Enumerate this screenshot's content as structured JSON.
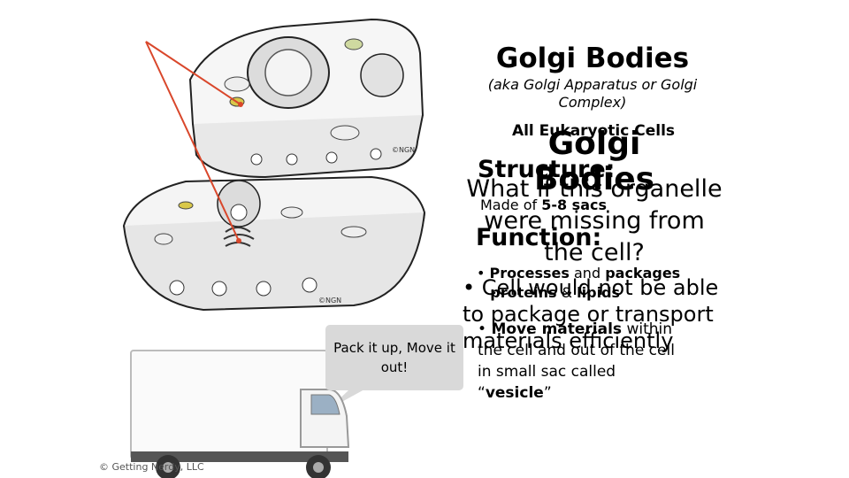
{
  "title": "Golgi Bodies",
  "subtitle": "(aka Golgi Apparatus or Golgi Complex)",
  "tag": "All Eukaryotic Cells",
  "title2": "Golgi Bodies",
  "structure_heading": "Structure:",
  "question": "What if this organelle were missing from the cell?",
  "structure_text": {
    "prefix": "Made of ",
    "bold": "5-8 sacs"
  },
  "function_heading": "Function:",
  "bullet1": {
    "b1": "Processes",
    "t1": " and ",
    "b2": "packages",
    "b3": "proteins",
    "t2": " & ",
    "b4": "lipids"
  },
  "answer": "Cell would not be able to package or transport materials efficiently",
  "bullet2": {
    "b1": "Move materials",
    "t1": " within the cell and out of the cell in small sac called “",
    "b2": "vesicle",
    "t2": "”"
  },
  "callout": "Pack it up, Move it out!",
  "copyright": "© Getting Nerdy, LLC",
  "artist_mark": "©NGN"
}
